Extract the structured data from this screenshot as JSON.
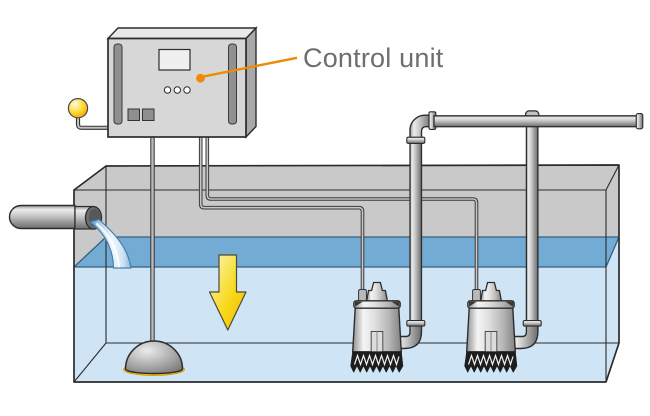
{
  "callout": {
    "label": "Control unit",
    "line_color": "#ef8a05",
    "text_color": "#6e6e6e"
  },
  "colors": {
    "tank_wall_gray": "#c9c9c9",
    "water_surface_blue": "#72abd3",
    "water_body_blue": "#cfe5f6",
    "waterline_stroke": "#35607f",
    "outline_ink": "#2d2d2d",
    "arrow_yellow": "#f7d714",
    "beacon_yellow": "#ffd92e",
    "float_ring_yellow": "#f2c200",
    "metal_light": "#e9e9e9",
    "metal_dark": "#6d6d6d"
  },
  "components": {
    "control_unit": {
      "display": "display-screen",
      "indicator_lights": 3,
      "buttons": 2,
      "vents": 2,
      "beacon": "alarm-beacon"
    },
    "tank": {
      "inflow": "inflow-pipe",
      "stream": "water-stream",
      "level_arrow": "down-arrow"
    },
    "level_sensor": {
      "rod": "sensor-rod",
      "float": "bell-float"
    },
    "pumps": [
      {
        "name": "submersible-pump-1"
      },
      {
        "name": "submersible-pump-2"
      }
    ],
    "piping": {
      "risers": 2,
      "header": "discharge-header-pipe",
      "cables": 2
    }
  }
}
